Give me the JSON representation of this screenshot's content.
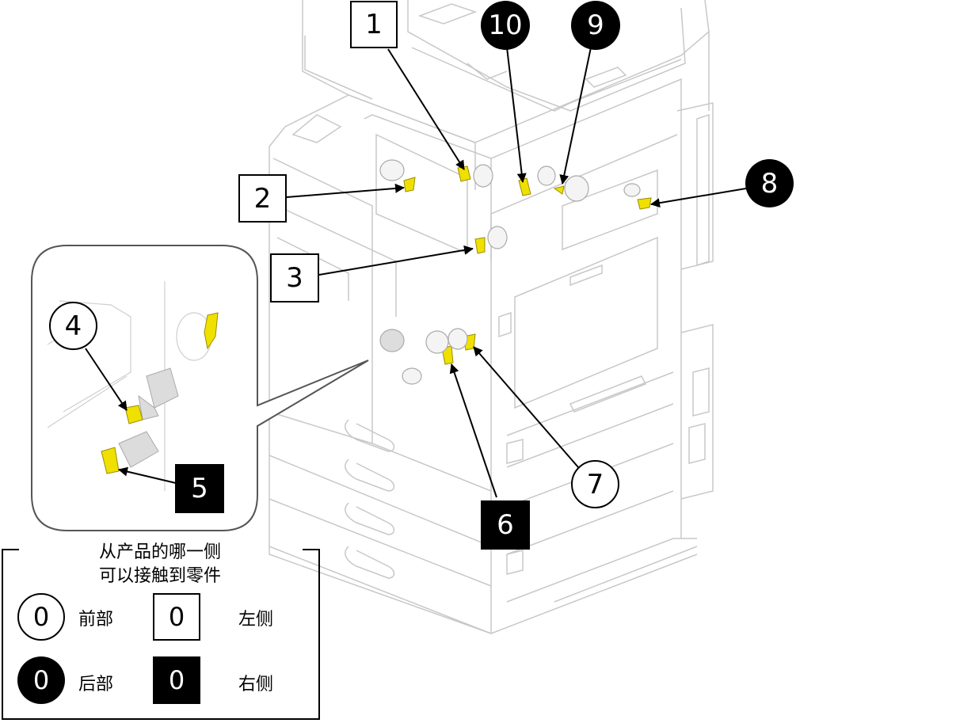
{
  "diagram": {
    "subject": "multifunction printer parts location",
    "highlight_color": "#f0e000",
    "line_color": "#c8c8c8",
    "callouts": [
      {
        "id": "1",
        "label": "1",
        "type": "left"
      },
      {
        "id": "2",
        "label": "2",
        "type": "left"
      },
      {
        "id": "3",
        "label": "3",
        "type": "left"
      },
      {
        "id": "4",
        "label": "4",
        "type": "front"
      },
      {
        "id": "5",
        "label": "5",
        "type": "right"
      },
      {
        "id": "6",
        "label": "6",
        "type": "right"
      },
      {
        "id": "7",
        "label": "7",
        "type": "front"
      },
      {
        "id": "8",
        "label": "8",
        "type": "rear"
      },
      {
        "id": "9",
        "label": "9",
        "type": "rear"
      },
      {
        "id": "10",
        "label": "10",
        "type": "rear"
      }
    ]
  },
  "legend": {
    "title_line1": "从产品的哪一侧",
    "title_line2": "可以接触到零件",
    "sample_value": "0",
    "items": [
      {
        "shape": "circle-outline",
        "symbol": "0",
        "label": "前部"
      },
      {
        "shape": "square-outline",
        "symbol": "0",
        "label": "左侧"
      },
      {
        "shape": "circle-filled",
        "symbol": "0",
        "label": "后部"
      },
      {
        "shape": "square-filled",
        "symbol": "0",
        "label": "右侧"
      }
    ]
  }
}
